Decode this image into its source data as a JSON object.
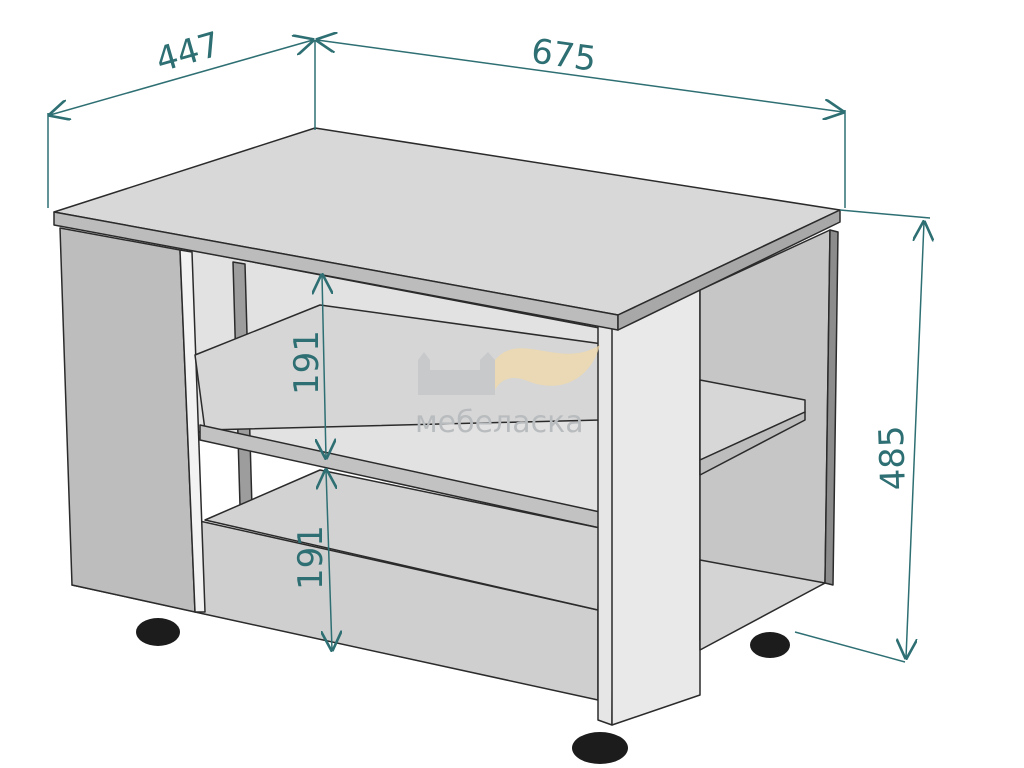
{
  "dimensions": {
    "depth": "447",
    "width": "675",
    "height": "485",
    "shelf_upper": "191",
    "shelf_lower": "191"
  },
  "watermark": {
    "brand": "мебеласка"
  },
  "colors": {
    "dimension_line": "#2e6f73",
    "outline": "#2b2b2b",
    "top_face": "#d8d8d8",
    "panel_face": "#c9c9c9",
    "dark_face": "#bdbdbd",
    "light_face": "#e6e6e6",
    "wheel": "#1c1c1c",
    "watermark_gray": "#b9bcbe",
    "watermark_gold": "#f0d9a8"
  }
}
